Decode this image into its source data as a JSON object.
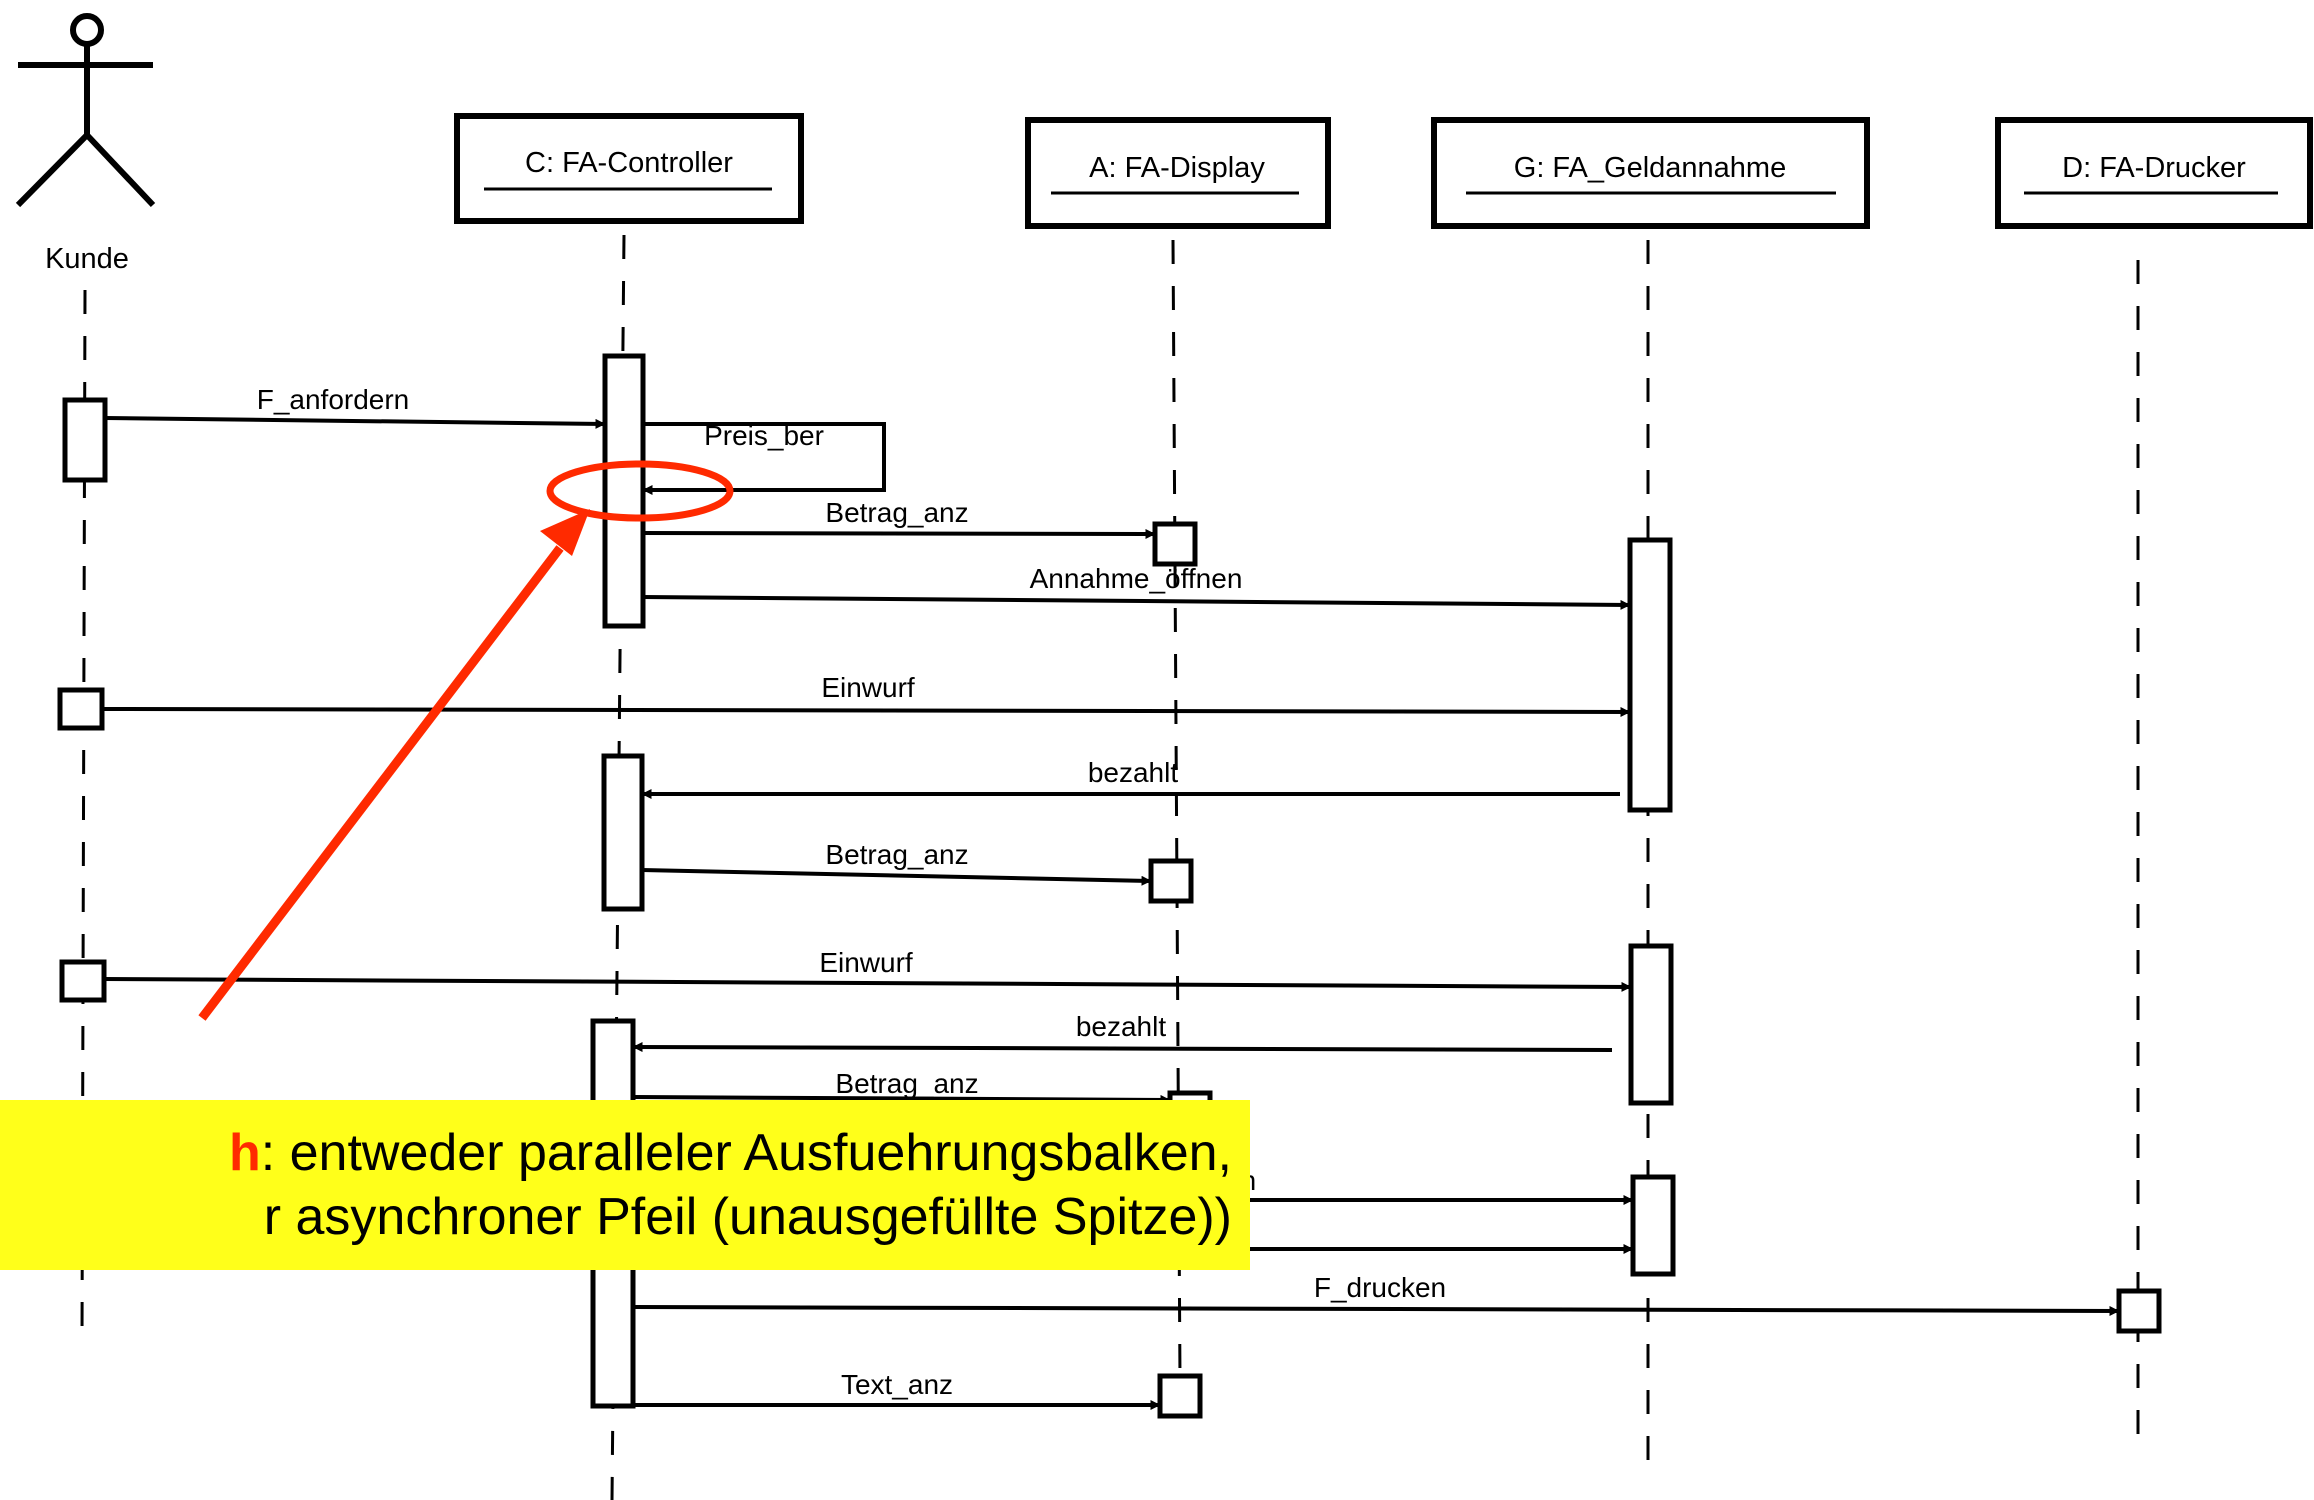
{
  "actor": {
    "label": "Kunde"
  },
  "objects": [
    {
      "id": "C",
      "label": "C: FA-Controller"
    },
    {
      "id": "A",
      "label": "A: FA-Display"
    },
    {
      "id": "G",
      "label": "G: FA_Geldannahme"
    },
    {
      "id": "D",
      "label": "D: FA-Drucker"
    }
  ],
  "messages": [
    {
      "label": "F_anfordern",
      "from": "Kunde",
      "to": "C"
    },
    {
      "label": "Preis_ber",
      "from": "C",
      "to": "C"
    },
    {
      "label": "Betrag_anz",
      "from": "C",
      "to": "A"
    },
    {
      "label": "Annahme_öffnen",
      "from": "C",
      "to": "G"
    },
    {
      "label": "Einwurf",
      "from": "Kunde",
      "to": "G"
    },
    {
      "label": "bezahlt",
      "from": "G",
      "to": "C"
    },
    {
      "label": "Betrag_anz",
      "from": "C",
      "to": "A"
    },
    {
      "label": "Einwurf",
      "from": "Kunde",
      "to": "G"
    },
    {
      "label": "bezahlt",
      "from": "G",
      "to": "C"
    },
    {
      "label": "Betrag_anz",
      "from": "C",
      "to": "A"
    },
    {
      "label": "en",
      "from": "C",
      "to": "G"
    },
    {
      "label": "",
      "from": "C",
      "to": "G"
    },
    {
      "label": "F_drucken",
      "from": "C",
      "to": "D"
    },
    {
      "label": "Text_anz",
      "from": "C",
      "to": "A"
    }
  ],
  "annotation": {
    "highlight": "h",
    "line1_rest": ": entweder paralleler Ausfuehrungsbalken,",
    "line2": "r asynchroner Pfeil (unausgefüllte Spitze))",
    "colors": {
      "background": "#ffff1a",
      "highlight": "#ff2a00",
      "marker": "#ff2a00"
    }
  }
}
